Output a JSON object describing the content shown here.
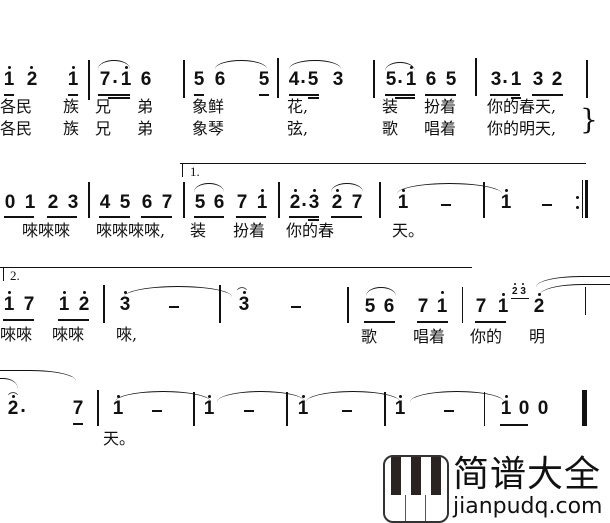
{
  "score": {
    "row1": {
      "notes": [
        "i̇",
        "2̇",
        "i̇",
        "7.",
        "i̇",
        "6",
        "5",
        "6",
        "5",
        "4.",
        "5",
        "3",
        "5.",
        "i̇",
        "6",
        "5",
        "3.",
        "1",
        "3",
        "2"
      ],
      "lyrics_verse1": [
        "各民",
        "族",
        "兄",
        "弟",
        "象鲜",
        "花,",
        "装",
        "扮着",
        "你的春天,"
      ],
      "lyrics_verse2": [
        "各民",
        "族",
        "兄",
        "弟",
        "象琴",
        "弦,",
        "歌",
        "唱着",
        "你的明天,"
      ],
      "brace": "}"
    },
    "row2": {
      "notes": [
        "0",
        "1",
        "2",
        "3",
        "4",
        "5",
        "6",
        "7",
        "5",
        "6",
        "7",
        "i̇",
        "2̇.",
        "3̇",
        "2̇",
        "7",
        "i̇",
        "-",
        "i̇",
        "-"
      ],
      "volta_label": "1.",
      "lyrics": [
        "唻唻唻",
        "唻唻唻唻,",
        "装",
        "扮着",
        "你的春",
        "天。"
      ]
    },
    "row3": {
      "notes": [
        "i̇",
        "7",
        "i̇",
        "2̇",
        "3̇",
        "-",
        "3̇",
        "-",
        "5",
        "6",
        "7",
        "i̇",
        "7",
        "i̇",
        "2̇3̇",
        "2̇"
      ],
      "volta_label": "2.",
      "lyrics": [
        "唻唻",
        "唻唻",
        "唻,",
        "歌",
        "唱着",
        "你的",
        "明"
      ]
    },
    "row4": {
      "notes": [
        "2̇.",
        "7",
        "i̇",
        "-",
        "i̇",
        "-",
        "i̇",
        "-",
        "i̇",
        "-",
        "i̇",
        "0",
        "0"
      ],
      "lyrics": [
        "天。"
      ]
    }
  },
  "watermark": {
    "title": "简谱大全",
    "url": "jianpudq.com"
  }
}
